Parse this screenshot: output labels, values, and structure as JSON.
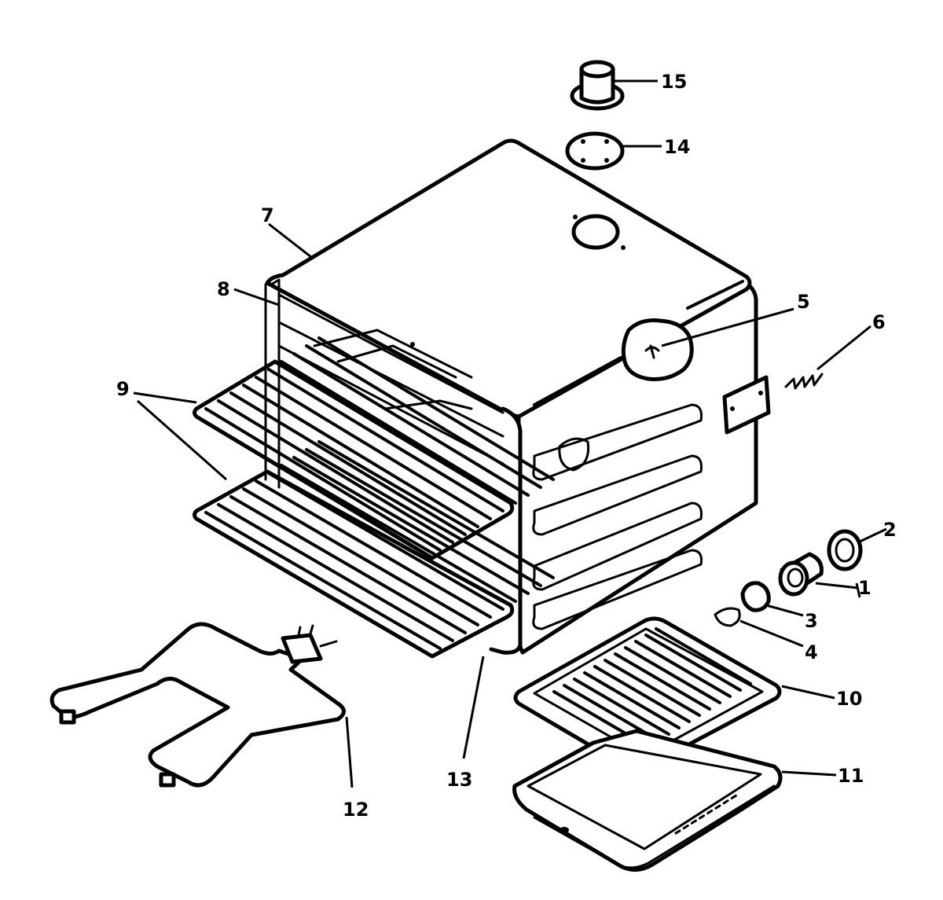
{
  "colors": {
    "ink": "#000000",
    "paper": "#ffffff"
  },
  "callouts": {
    "c1": "1",
    "c2": "2",
    "c3": "3",
    "c4": "4",
    "c5": "5",
    "c6": "6",
    "c7": "7",
    "c8": "8",
    "c9": "9",
    "c10": "10",
    "c11": "11",
    "c12": "12",
    "c13": "13",
    "c14": "14",
    "c15": "15"
  }
}
